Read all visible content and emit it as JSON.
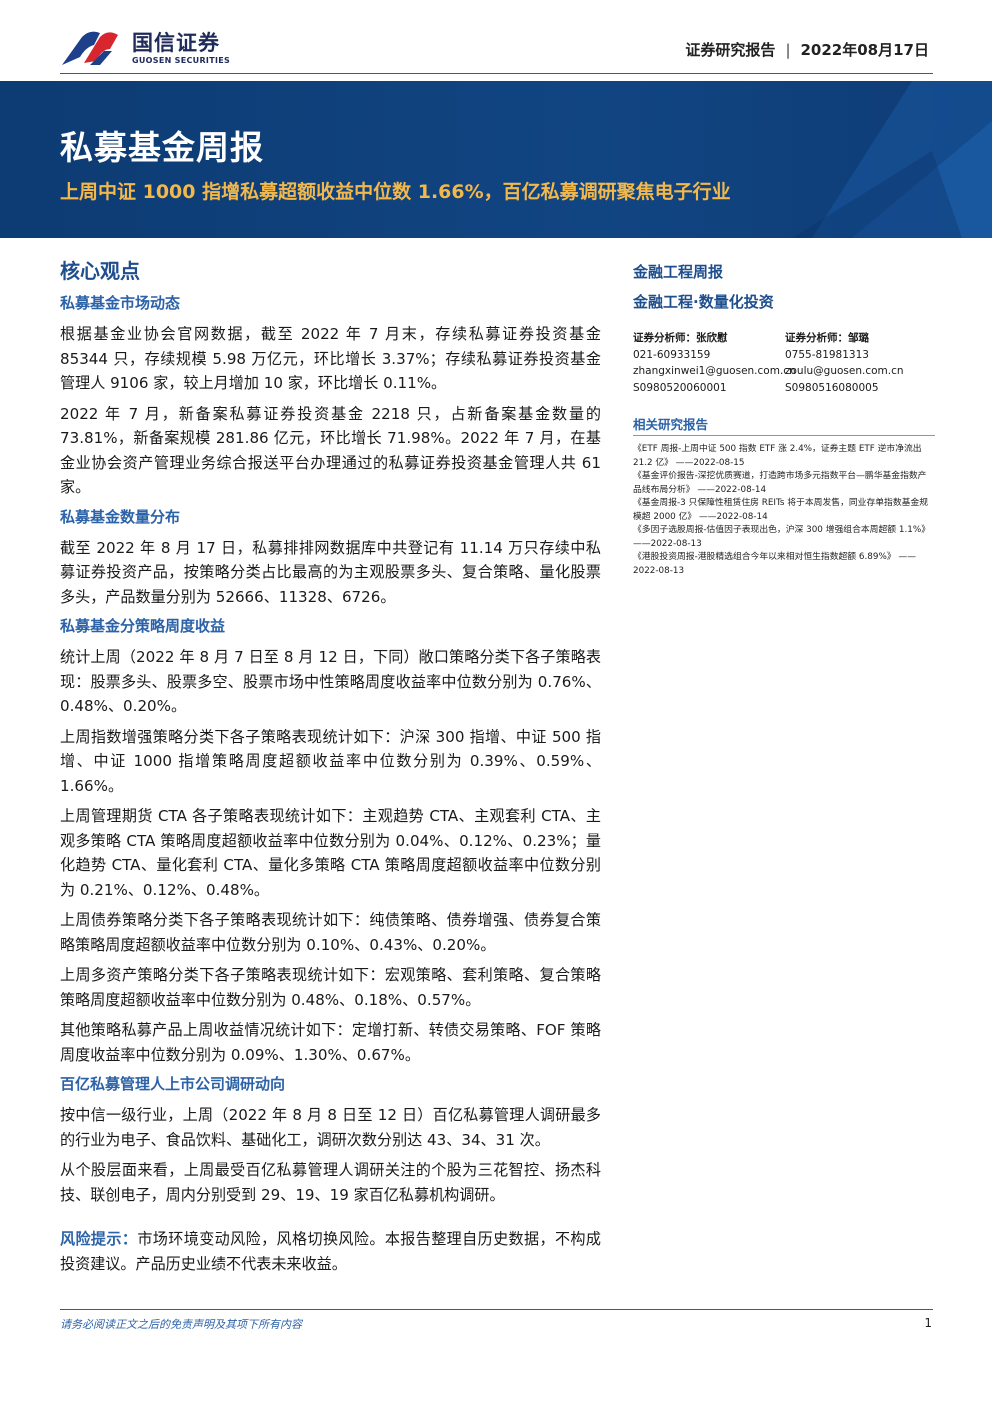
{
  "header": {
    "logo_cn": "国信证券",
    "logo_en": "GUOSEN SECURITIES",
    "report_kind": "证券研究报告",
    "report_date": "2022年08月17日"
  },
  "banner": {
    "title": "私募基金周报",
    "subtitle": "上周中证 1000 指增私募超额收益中位数 1.66%，百亿私募调研聚焦电子行业"
  },
  "main": {
    "core_title": "核心观点",
    "sections": [
      {
        "heading": "私募基金市场动态",
        "paragraphs": [
          "根据基金业协会官网数据，截至 2022 年 7 月末，存续私募证券投资基金 85344 只，存续规模 5.98 万亿元，环比增长 3.37%；存续私募证券投资基金管理人 9106 家，较上月增加 10 家，环比增长 0.11%。",
          "2022 年 7 月，新备案私募证券投资基金 2218 只，占新备案基金数量的 73.81%，新备案规模 281.86 亿元，环比增长 71.98%。2022 年 7 月，在基金业协会资产管理业务综合报送平台办理通过的私募证券投资基金管理人共 61 家。"
        ]
      },
      {
        "heading": "私募基金数量分布",
        "paragraphs": [
          "截至 2022 年 8 月 17 日，私募排排网数据库中共登记有 11.14 万只存续中私募证券投资产品，按策略分类占比最高的为主观股票多头、复合策略、量化股票多头，产品数量分别为 52666、11328、6726。"
        ]
      },
      {
        "heading": "私募基金分策略周度收益",
        "paragraphs": [
          "统计上周（2022 年 8 月 7 日至 8 月 12 日，下同）敞口策略分类下各子策略表现：股票多头、股票多空、股票市场中性策略周度收益率中位数分别为 0.76%、0.48%、0.20%。",
          "上周指数增强策略分类下各子策略表现统计如下：沪深 300 指增、中证 500 指增、中证 1000 指增策略周度超额收益率中位数分别为 0.39%、0.59%、1.66%。",
          "上周管理期货 CTA 各子策略表现统计如下：主观趋势 CTA、主观套利 CTA、主观多策略 CTA 策略周度超额收益率中位数分别为 0.04%、0.12%、0.23%；量化趋势 CTA、量化套利 CTA、量化多策略 CTA 策略周度超额收益率中位数分别为 0.21%、0.12%、0.48%。",
          "上周债券策略分类下各子策略表现统计如下：纯债策略、债券增强、债券复合策略策略周度超额收益率中位数分别为 0.10%、0.43%、0.20%。",
          "上周多资产策略分类下各子策略表现统计如下：宏观策略、套利策略、复合策略策略周度超额收益率中位数分别为 0.48%、0.18%、0.57%。",
          "其他策略私募产品上周收益情况统计如下：定增打新、转债交易策略、FOF 策略周度收益率中位数分别为 0.09%、1.30%、0.67%。"
        ]
      },
      {
        "heading": "百亿私募管理人上市公司调研动向",
        "paragraphs": [
          "按中信一级行业，上周（2022 年 8 月 8 日至 12 日）百亿私募管理人调研最多的行业为电子、食品饮料、基础化工，调研次数分别达 43、34、31 次。",
          "从个股层面来看，上周最受百亿私募管理人调研关注的个股为三花智控、扬杰科技、联创电子，周内分别受到 29、19、19 家百亿私募机构调研。"
        ]
      }
    ],
    "risk": {
      "label": "风险提示：",
      "text": "市场环境变动风险，风格切换风险。本报告整理自历史数据，不构成投资建议。产品历史业绩不代表未来收益。"
    }
  },
  "sidebar": {
    "category": "金融工程周报",
    "subcategory": "金融工程·数量化投资",
    "analysts": [
      {
        "title": "证券分析师：张欣慰",
        "phone": "021-60933159",
        "email": "zhangxinwei1@guosen.com.cn",
        "cert": "S0980520060001"
      },
      {
        "title": "证券分析师：邹璐",
        "phone": "0755-81981313",
        "email": "zoulu@guosen.com.cn",
        "cert": "S0980516080005"
      }
    ],
    "related_title": "相关研究报告",
    "related": [
      "《ETF 周报-上周中证 500 指数 ETF 涨 2.4%，证券主题 ETF 逆市净流出 21.2 亿》 ——2022-08-15",
      "《基金评价报告-深挖优质赛道，打造跨市场多元指数平台—鹏华基金指数产品线布局分析》 ——2022-08-14",
      "《基金周报-3 只保障性租赁住房 REITs 将于本周发售，同业存单指数基金规模超 2000 亿》 ——2022-08-14",
      "《多因子选股周报-估值因子表现出色，沪深 300 增强组合本周超额 1.1%》 ——2022-08-13",
      "《港股投资周报-港股精选组合今年以来相对恒生指数超额 6.89%》 ——2022-08-13"
    ]
  },
  "footer": {
    "disclaimer": "请务必阅读正文之后的免责声明及其项下所有内容",
    "page": "1"
  }
}
